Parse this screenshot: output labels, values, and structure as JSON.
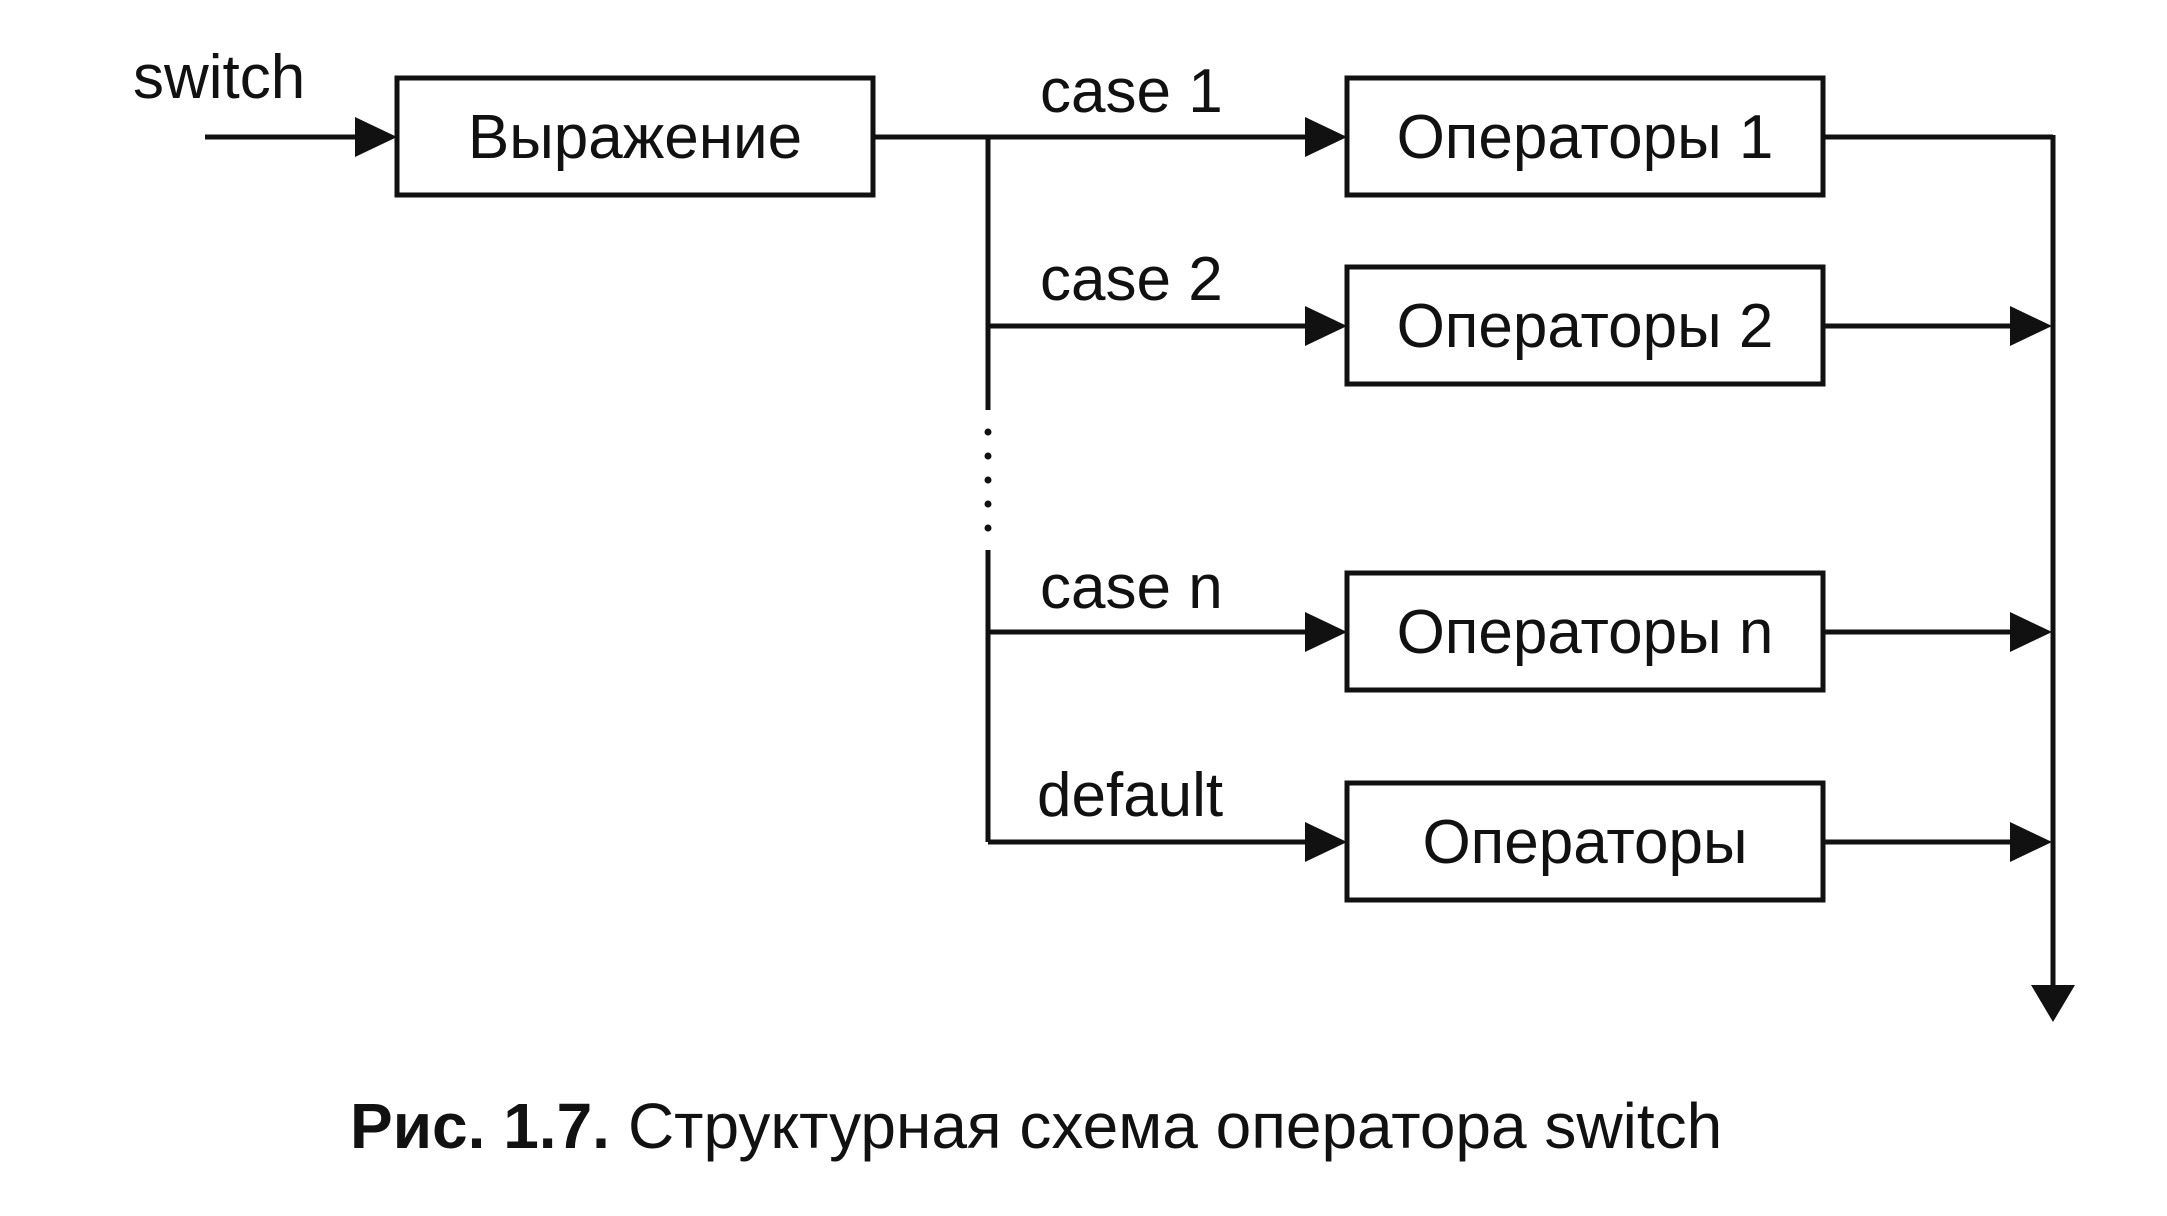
{
  "diagram": {
    "input_label": "switch",
    "expression_box": "Выражение",
    "branches": [
      {
        "case_label": "case 1",
        "box": "Операторы 1"
      },
      {
        "case_label": "case 2",
        "box": "Операторы 2"
      },
      {
        "case_label": "case n",
        "box": "Операторы n"
      },
      {
        "case_label": "default",
        "box": "Операторы"
      }
    ]
  },
  "caption": {
    "number": "Рис. 1.7.",
    "text": "Структурная схема оператора switch"
  },
  "colors": {
    "stroke": "#111111",
    "background": "#ffffff"
  }
}
